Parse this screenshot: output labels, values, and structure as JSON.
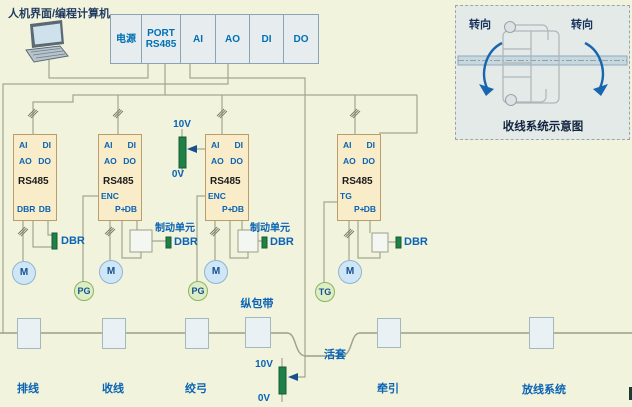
{
  "page": {
    "hmi_title": "人机界面/编程计算机"
  },
  "plc": {
    "power": "电源",
    "port_line1": "PORT",
    "port_line2": "RS485",
    "ai": "AI",
    "ao": "AO",
    "di": "DI",
    "do": "DO"
  },
  "inset": {
    "turn_left": "转向",
    "turn_right": "转向",
    "caption": "收线系统示意图"
  },
  "drives": [
    {
      "ai": "AI",
      "di": "DI",
      "ao": "AO",
      "do": "DO",
      "bus": "RS485",
      "port": "",
      "bl": "DBR",
      "br": "DB"
    },
    {
      "ai": "AI",
      "di": "DI",
      "ao": "AO",
      "do": "DO",
      "bus": "RS485",
      "port": "ENC",
      "bl": "P+",
      "br": "DB"
    },
    {
      "ai": "AI",
      "di": "DI",
      "ao": "AO",
      "do": "DO",
      "bus": "RS485",
      "port": "ENC",
      "bl": "P+",
      "br": "DB"
    },
    {
      "ai": "AI",
      "di": "DI",
      "ao": "AO",
      "do": "DO",
      "bus": "RS485",
      "port": "TG",
      "bl": "P+",
      "br": "DB"
    }
  ],
  "brake_unit_labels": [
    "制动单元",
    "制动单元"
  ],
  "dbr_labels": [
    "DBR",
    "DBR",
    "DBR",
    "DBR"
  ],
  "pots": {
    "speed": {
      "top": "10V",
      "bottom": "0V"
    },
    "loop": {
      "top": "10V",
      "bottom": "0V"
    }
  },
  "motor_labels": [
    "M",
    "M",
    "M",
    "M"
  ],
  "encoder_labels": [
    "PG",
    "PG",
    "TG"
  ],
  "machines": [
    {
      "label": "排线"
    },
    {
      "label": "收线"
    },
    {
      "label": "绞弓"
    },
    {
      "label": "纵包带"
    },
    {
      "label": "牵引"
    },
    {
      "label": "放线系统"
    }
  ],
  "loop_label": "活套",
  "colors": {
    "background": "#f1f3dd",
    "wire": "#a3a78f",
    "label_blue": "#0a63b4",
    "resistor_green": "#1f8048",
    "arrow_blue": "#1866ae",
    "drive_fill": "#f9ecc9"
  }
}
